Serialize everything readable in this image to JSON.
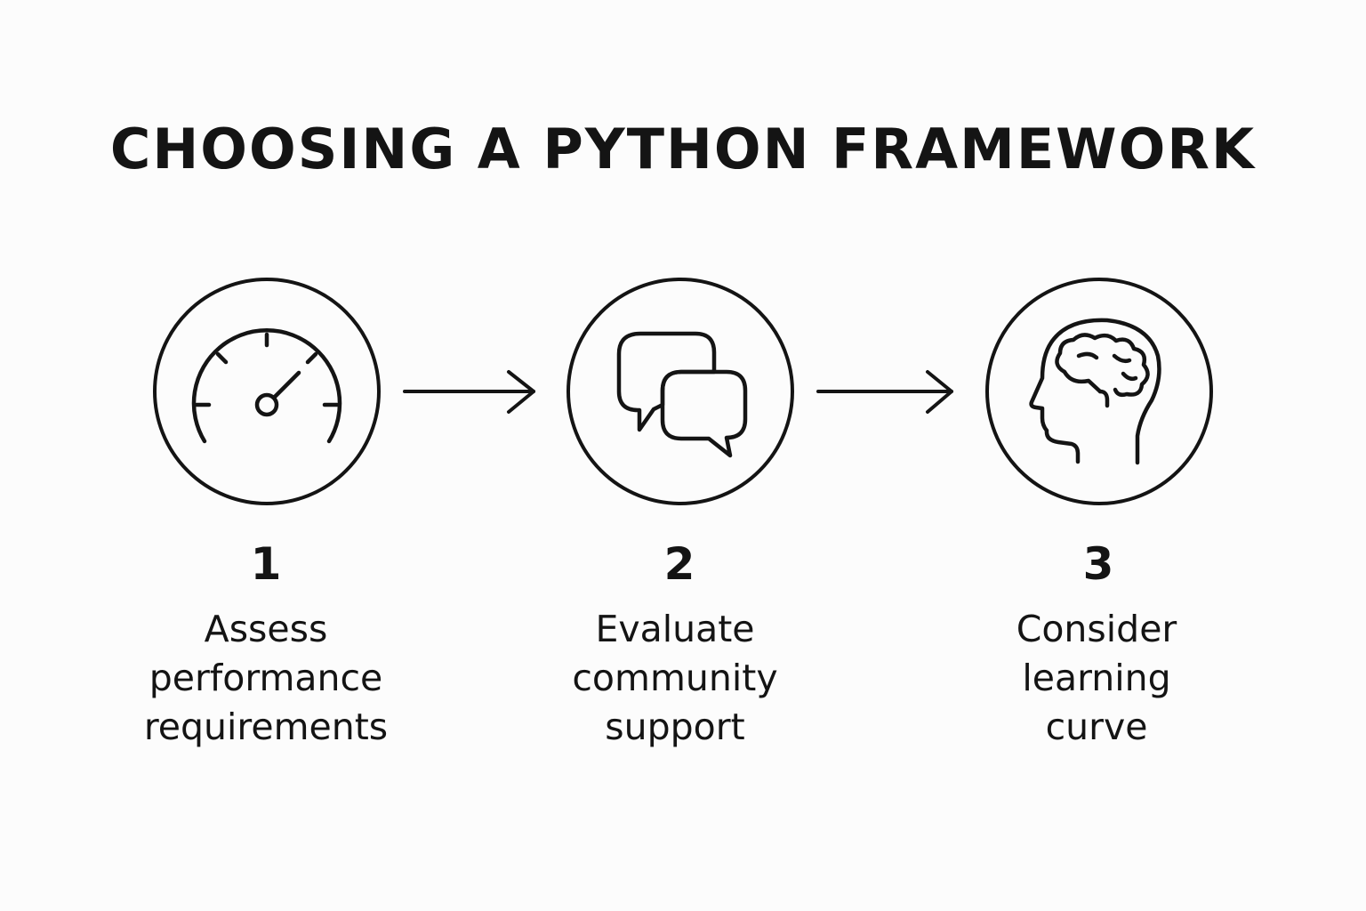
{
  "title": "CHOOSING A PYTHON FRAMEWORK",
  "steps": [
    {
      "number": "1",
      "label_lines": [
        "Assess",
        "performance",
        "requirements"
      ],
      "icon": "speedometer-icon"
    },
    {
      "number": "2",
      "label_lines": [
        "Evaluate",
        "community",
        "support"
      ],
      "icon": "chat-bubbles-icon"
    },
    {
      "number": "3",
      "label_lines": [
        "Consider",
        "learning",
        "curve"
      ],
      "icon": "head-brain-icon"
    }
  ],
  "colors": {
    "background": "#fcfcfc",
    "stroke": "#141414"
  }
}
